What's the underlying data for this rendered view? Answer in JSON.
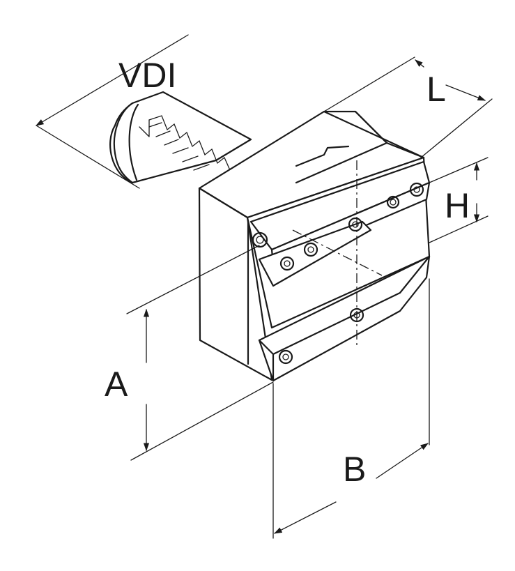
{
  "labels": {
    "vdi": "VDI",
    "l": "L",
    "h": "H",
    "a": "A",
    "b": "B"
  }
}
